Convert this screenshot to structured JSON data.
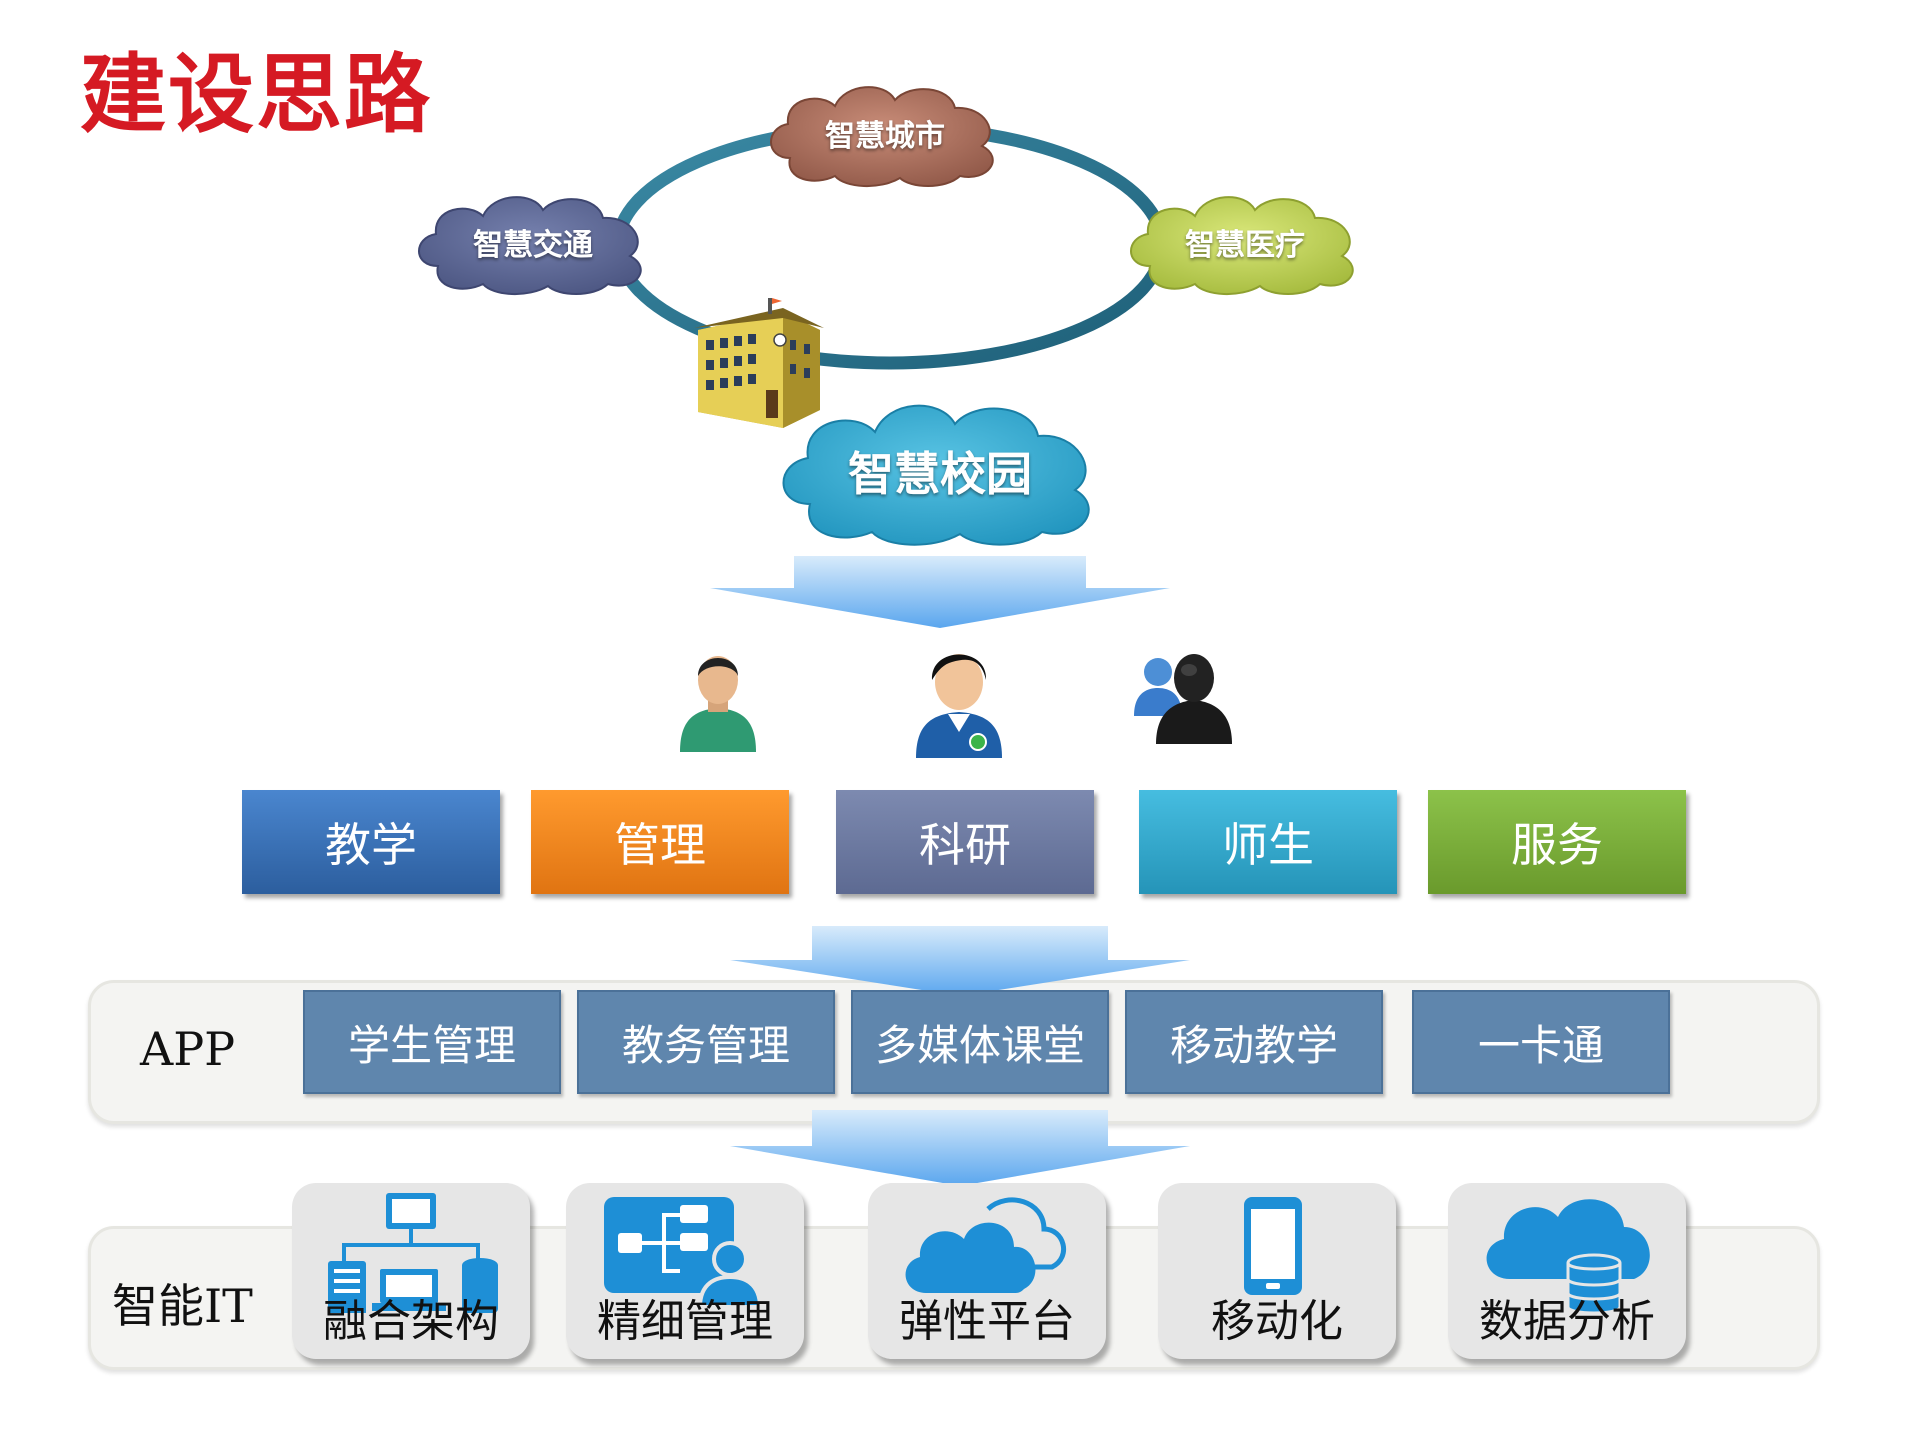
{
  "title": "建设思路",
  "ring": {
    "smart_city": "智慧城市",
    "smart_traffic": "智慧交通",
    "smart_medical": "智慧医疗",
    "smart_campus": "智慧校园"
  },
  "categories": [
    "教学",
    "管理",
    "科研",
    "师生",
    "服务"
  ],
  "app_row": {
    "label": "APP",
    "items": [
      "学生管理",
      "教务管理",
      "多媒体课堂",
      "移动教学",
      "一卡通"
    ]
  },
  "it_row": {
    "label": "智能IT",
    "tiles": [
      "融合架构",
      "精细管理",
      "弹性平台",
      "移动化",
      "数据分析"
    ]
  },
  "colors": {
    "title": "#d51a23",
    "cat_teaching": "#3c72b8",
    "cat_management": "#f28a1e",
    "cat_research": "#6c7aa0",
    "cat_people": "#33a8cc",
    "cat_service": "#7aaf3a",
    "app_box": "#5f86ad",
    "icon_blue": "#1e8fd6"
  }
}
